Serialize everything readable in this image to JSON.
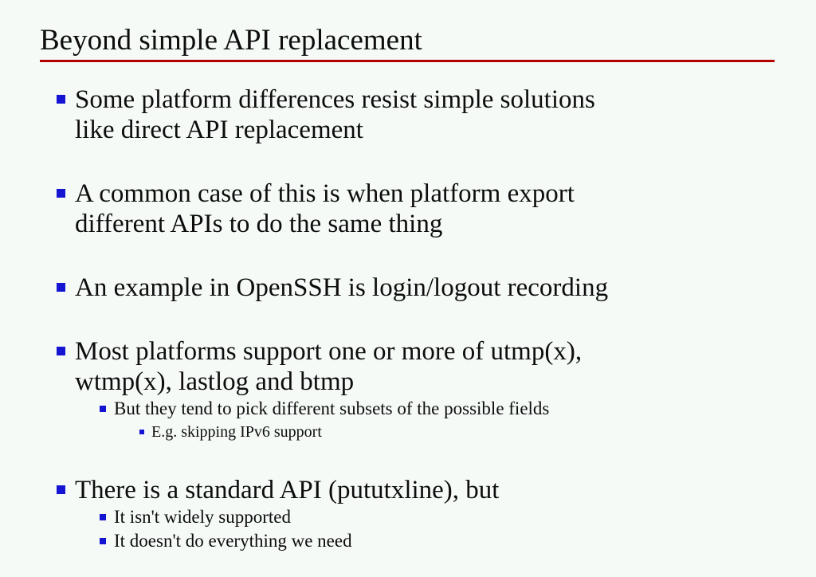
{
  "slide": {
    "title": "Beyond simple API replacement",
    "background_color": "#f5faf7",
    "rule_color": "#b50000",
    "bullet_color": "#1414d2",
    "text_color": "#0d0d0d",
    "bullets": [
      {
        "level": 1,
        "line1": "Some platform differences resist simple solutions",
        "line2": "like direct API replacement"
      },
      {
        "level": 1,
        "line1": "A common case of this is when platform export",
        "line2": "different APIs to do the same thing"
      },
      {
        "level": 1,
        "line1": "An example in OpenSSH is login/logout recording"
      },
      {
        "level": 1,
        "line1": "Most platforms support one or more of utmp(x),",
        "line2": "wtmp(x), lastlog and btmp",
        "children": [
          {
            "level": 2,
            "text": "But they tend to pick different subsets of the possible fields",
            "children": [
              {
                "level": 3,
                "text": "E.g. skipping IPv6 support"
              }
            ]
          }
        ]
      },
      {
        "level": 1,
        "line1": "There is a standard API (pututxline), but",
        "children": [
          {
            "level": 2,
            "text": "It isn't widely supported"
          },
          {
            "level": 2,
            "text": "It doesn't do everything we need"
          }
        ]
      }
    ]
  }
}
